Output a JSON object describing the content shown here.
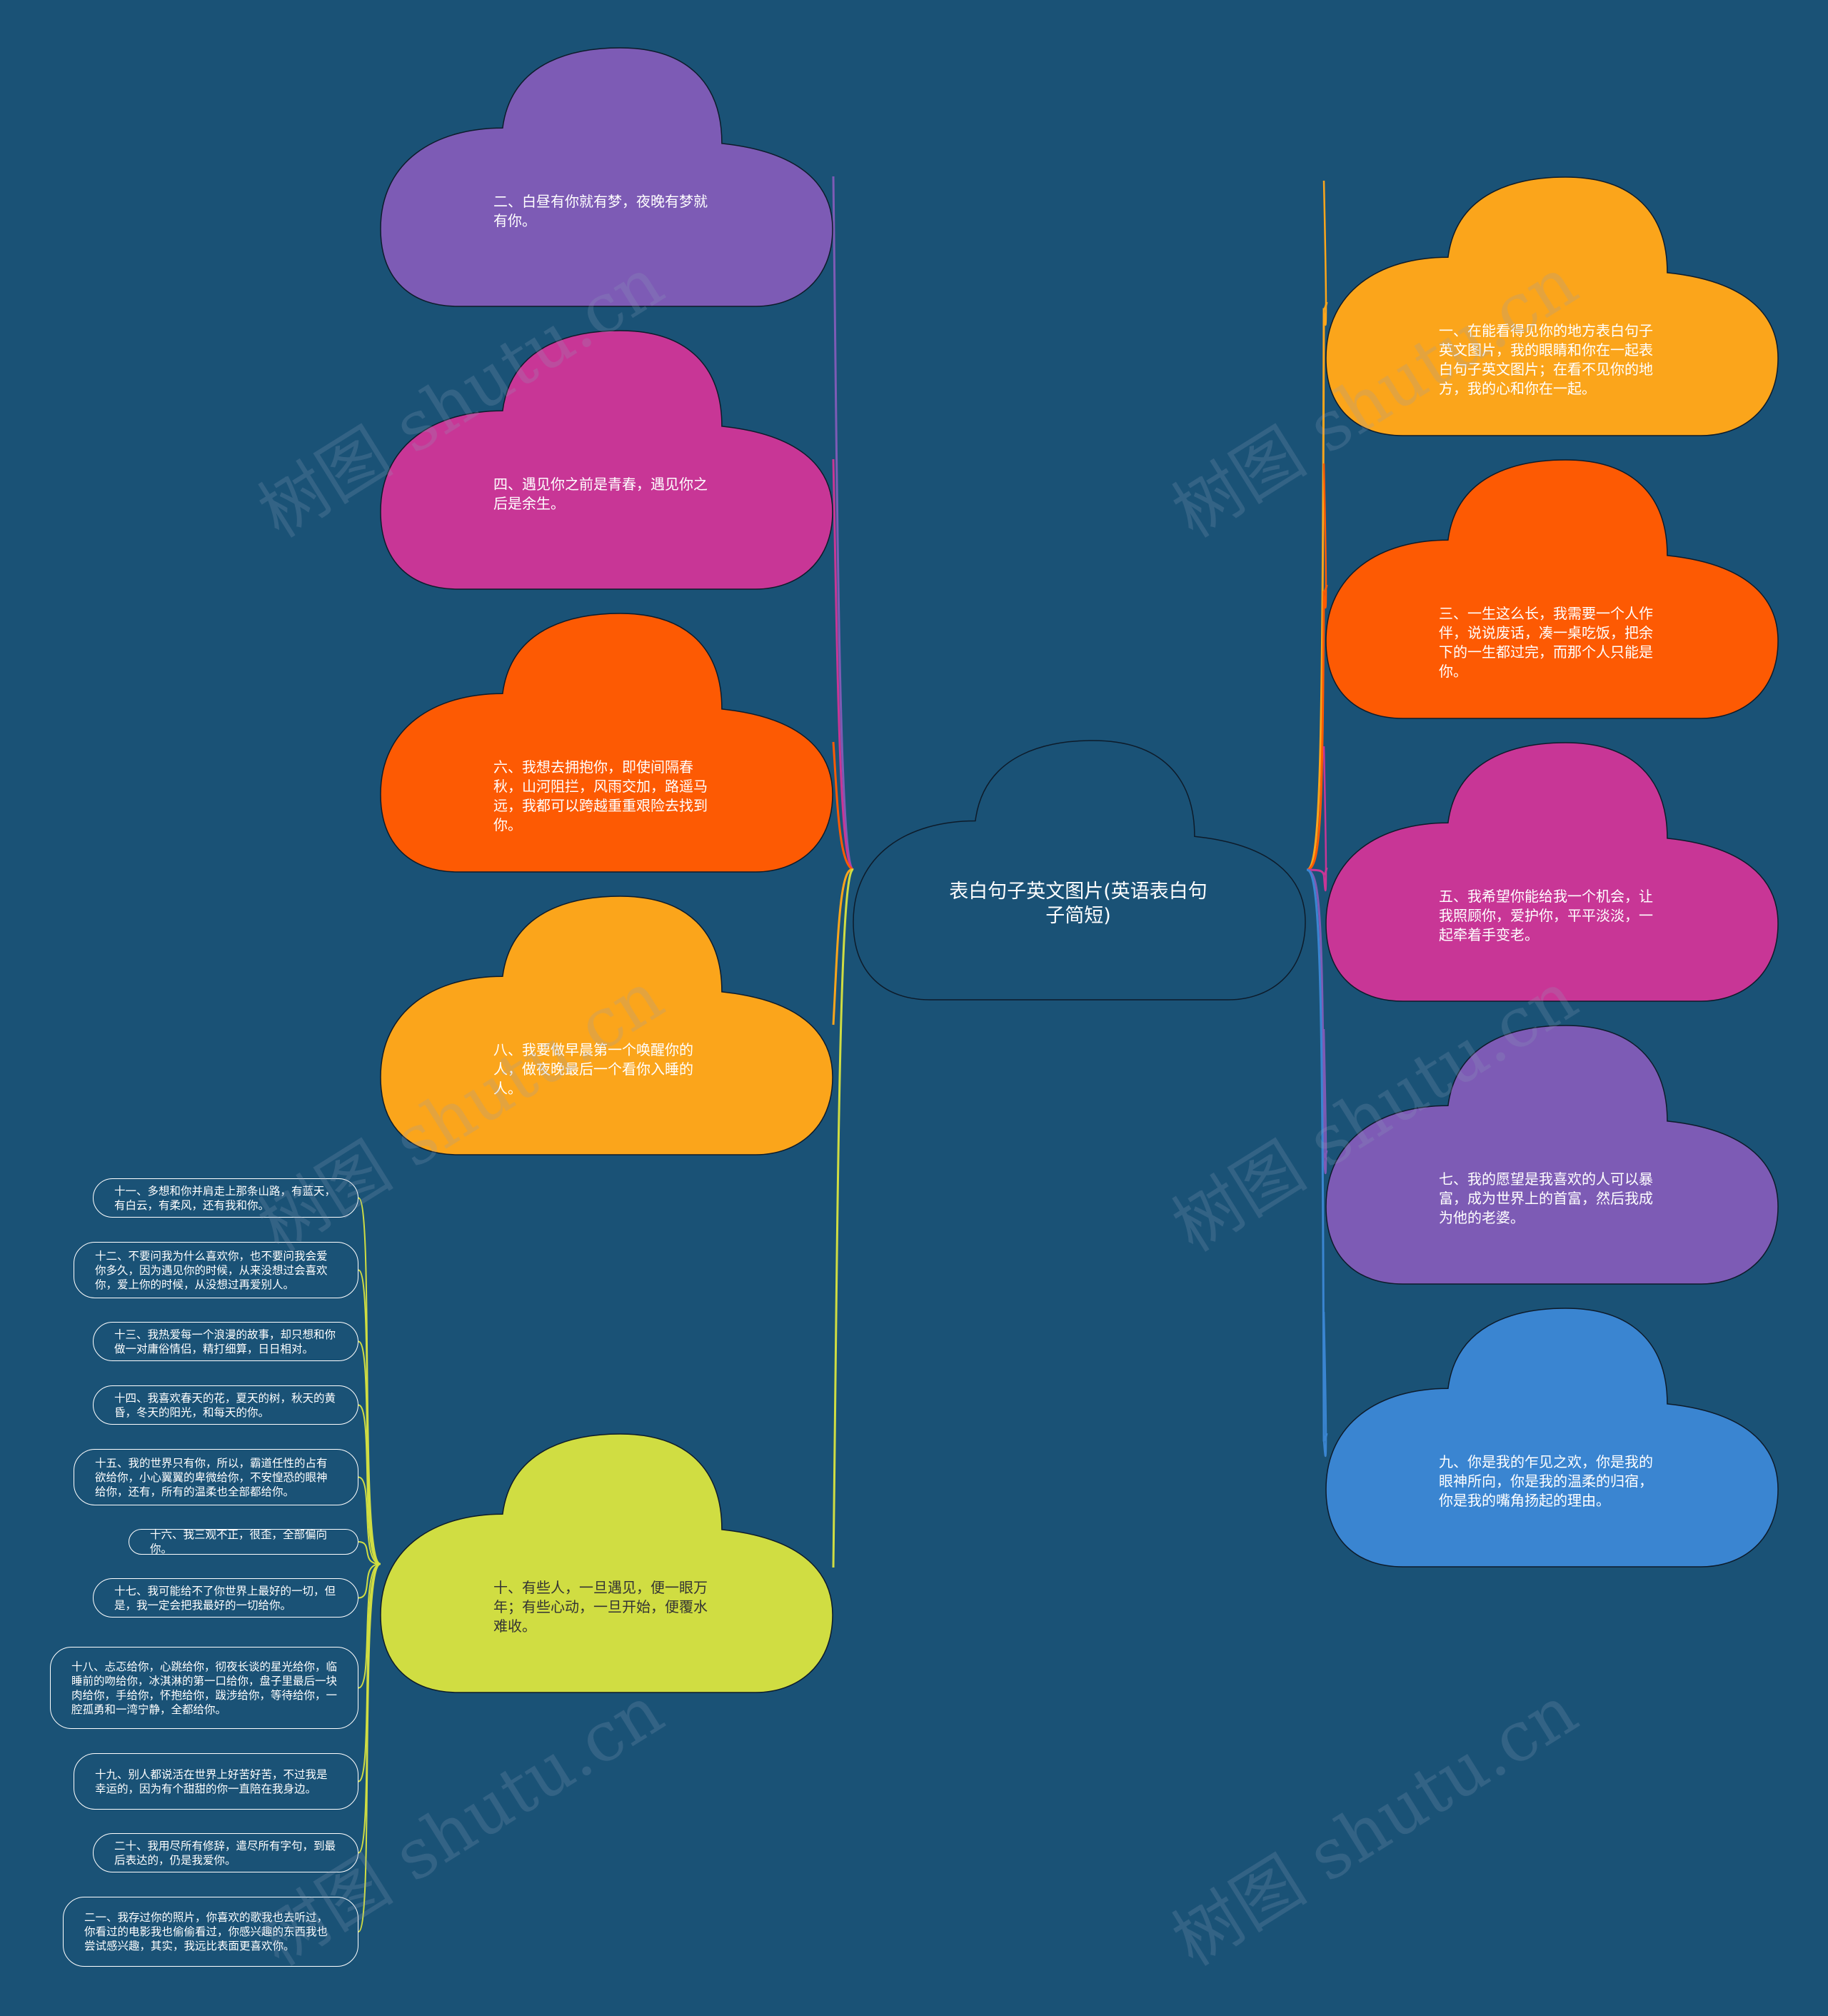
{
  "center": {
    "label": "表白句子英文图片(英语表白句子简短)"
  },
  "branches": [
    {
      "text": "一、在能看得见你的地方表白句子英文图片，我的眼睛和你在一起表白句子英文图片；在看不见你的地方，我的心和你在一起。",
      "color": "#fba51b"
    },
    {
      "text": "二、白昼有你就有梦，夜晚有梦就有你。",
      "color": "#7d5bb5"
    },
    {
      "text": "三、一生这么长，我需要一个人作伴，说说废话，凑一桌吃饭，把余下的一生都过完，而那个人只能是你。",
      "color": "#fd5a03"
    },
    {
      "text": "四、遇见你之前是青春，遇见你之后是余生。",
      "color": "#c83696"
    },
    {
      "text": "五、我希望你能给我一个机会，让我照顾你，爱护你，平平淡淡，一起牵着手变老。",
      "color": "#c83696"
    },
    {
      "text": "六、我想去拥抱你，即使间隔春秋，山河阻拦，风雨交加，路遥马远，我都可以跨越重重艰险去找到你。",
      "color": "#fd5a03"
    },
    {
      "text": "七、我的愿望是我喜欢的人可以暴富，成为世界上的首富，然后我成为他的老婆。",
      "color": "#7d5bb5"
    },
    {
      "text": "八、我要做早晨第一个唤醒你的人，做夜晚最后一个看你入睡的人。",
      "color": "#fba51b"
    },
    {
      "text": "九、你是我的乍见之欢，你是我的眼神所向，你是我的温柔的归宿，你是我的嘴角扬起的理由。",
      "color": "#3a85d1"
    },
    {
      "text": "十、有些人，一旦遇见，便一眼万年；有些心动，一旦开始，便覆水难收。",
      "color": "#d0dd42"
    }
  ],
  "leaves": [
    "十一、多想和你并肩走上那条山路，有蓝天，有白云，有柔风，还有我和你。",
    "十二、不要问我为什么喜欢你，也不要问我会爱你多久，因为遇见你的时候，从来没想过会喜欢你，爱上你的时候，从没想过再爱别人。",
    "十三、我热爱每一个浪漫的故事，却只想和你做一对庸俗情侣，精打细算，日日相对。",
    "十四、我喜欢春天的花，夏天的树，秋天的黄昏，冬天的阳光，和每天的你。",
    "十五、我的世界只有你，所以，霸道任性的占有欲给你，小心翼翼的卑微给你，不安惶恐的眼神给你，还有，所有的温柔也全部都给你。",
    "十六、我三观不正，很歪，全部偏向你。",
    "十七、我可能给不了你世界上最好的一切，但是，我一定会把我最好的一切给你。",
    "十八、忐忑给你，心跳给你，彻夜长谈的星光给你，临睡前的吻给你，冰淇淋的第一口给你，盘子里最后一块肉给你，手给你，怀抱给你，跋涉给你，等待给你，一腔孤勇和一湾宁静，全都给你。",
    "十九、别人都说活在世界上好苦好苦，不过我是幸运的，因为有个甜甜的你一直陪在我身边。",
    "二十、我用尽所有修辞，遣尽所有字句，到最后表达的，仍是我爱你。",
    "二一、我存过你的照片，你喜欢的歌我也去听过，你看过的电影我也偷偷看过，你感兴趣的东西我也尝试感兴趣，其实，我远比表面更喜欢你。"
  ],
  "colors": {
    "background": "#1a5276",
    "center_fill": "#1a5276",
    "leaf_line": "#d0dd42"
  },
  "watermark": "树图 shutu.cn"
}
